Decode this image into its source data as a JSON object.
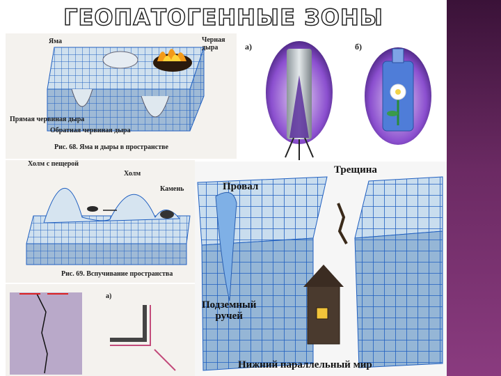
{
  "slide": {
    "title": "ГЕОПАТОГЕННЫЕ ЗОНЫ"
  },
  "fig68": {
    "label_pit": "Яма",
    "label_black_hole": "Черная\nдыра",
    "label_direct": "Прямая червиная дыра",
    "label_reverse": "Обратная червиная дыра",
    "caption": "Рис. 68. Яма и дыры в пространстве"
  },
  "vessels": {
    "label_a": "а)",
    "label_b": "б)"
  },
  "fig69": {
    "label_hill_cave": "Холм с пещерой",
    "label_hill": "Холм",
    "label_stone": "Камень",
    "caption": "Рис. 69. Вспучивание пространства"
  },
  "main": {
    "label_crack": "Трещина",
    "label_sinkhole": "Провал",
    "label_stream": "Подземный\nручей",
    "label_parallel": "Нижний параллельный мир"
  },
  "bottom": {
    "label_a": "а)"
  },
  "colors": {
    "grid_blue": "#1f5fc0",
    "slab_light": "#cfe0ee",
    "sidebar": "#6b2a63"
  }
}
